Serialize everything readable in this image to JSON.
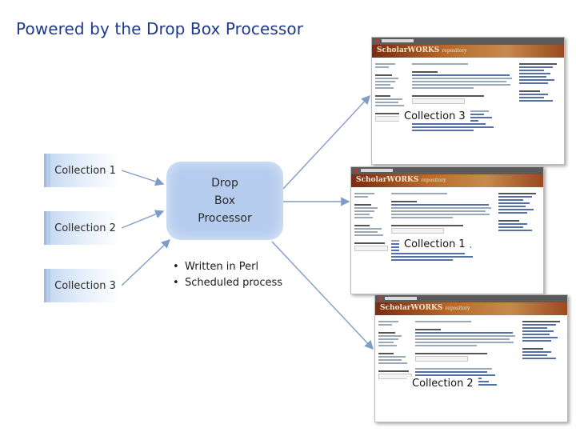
{
  "title": "Powered by the Drop Box Processor",
  "collections": [
    "Collection 1",
    "Collection 2",
    "Collection 3"
  ],
  "processor": {
    "lines": [
      "Drop",
      "Box",
      "Processor"
    ],
    "bullets": [
      "Written in Perl",
      "Scheduled process"
    ]
  },
  "screenshots": [
    {
      "label": "Collection 3",
      "logo": "ScholarWORKS",
      "logo_suffix": "repository"
    },
    {
      "label": "Collection 1",
      "logo": "ScholarWORKS",
      "logo_suffix": "repository"
    },
    {
      "label": "Collection 2",
      "logo": "ScholarWORKS",
      "logo_suffix": "repository"
    }
  ],
  "colors": {
    "title": "#1f3a8a",
    "processor_fill": "#b5ccee",
    "collection_fill": "#c8daf2",
    "arrow": "#7f9cc9",
    "banner": "#a0521f"
  }
}
